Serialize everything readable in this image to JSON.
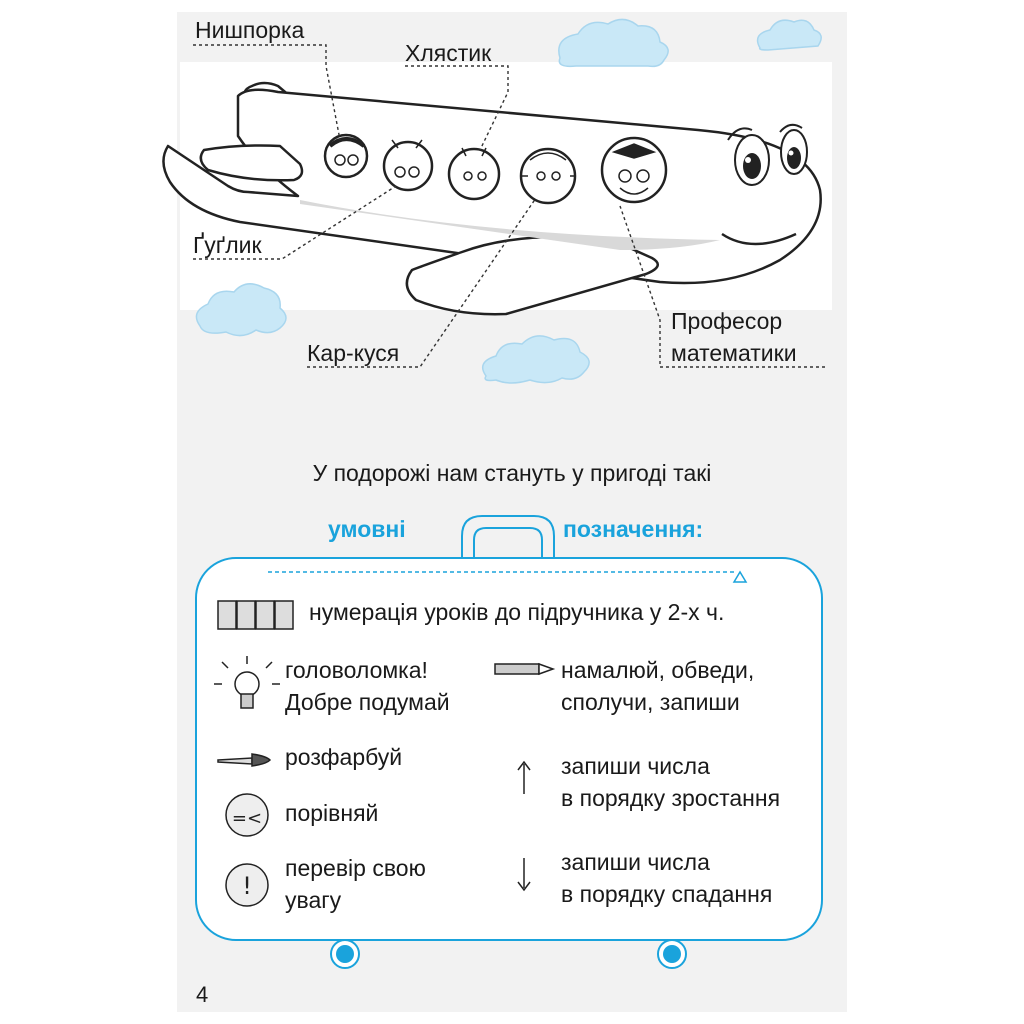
{
  "characters": {
    "nyshporka": "Нишпорка",
    "khliastyk": "Хлястик",
    "gugly": "Ґуґлик",
    "karkusia": "Кар-куся",
    "professor_line1": "Професор",
    "professor_line2": "математики"
  },
  "intro": "У подорожі нам стануть у пригоді такі",
  "legend": {
    "title_left": "умовні",
    "title_right": "позначення:",
    "items": {
      "book_pages": "нумерація уроків до підручника у 2-х ч.",
      "puzzle_line1": "головоломка!",
      "puzzle_line2": "Добре подумай",
      "draw_line1": "намалюй, обведи,",
      "draw_line2": "сполучи, запиши",
      "color": "розфарбуй",
      "ascending_line1": "запиши числа",
      "ascending_line2": "в порядку зростання",
      "compare": "порівняй",
      "attention_line1": "перевір свою",
      "attention_line2": "увагу",
      "descending_line1": "запиши числа",
      "descending_line2": "в порядку спадання"
    }
  },
  "page_number": "4",
  "colors": {
    "accent": "#1aa3dc",
    "cloud": "#c9e8f7"
  }
}
